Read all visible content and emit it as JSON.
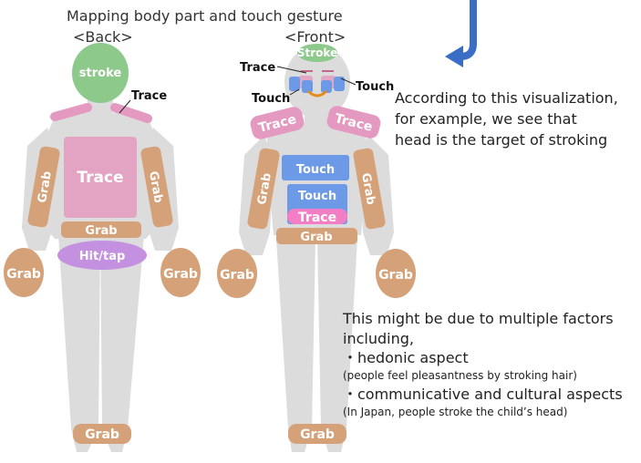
{
  "title": "Mapping body part and touch gesture",
  "back_label": "<Back>",
  "front_label": "<Front>",
  "colors": {
    "body": "#dcdcdc",
    "skin": "#d4a178",
    "stroke_green": "#8cc98a",
    "trace_pink": "#e49ac0",
    "touch_blue": "#6c9ae6",
    "hit_purple": "#c490e0",
    "arrow_blue": "#3a6ec4"
  },
  "back": {
    "head": "stroke",
    "shoulder_callout": "Trace",
    "torso": "Trace",
    "arm_left": "Grab",
    "arm_right": "Grab",
    "waist": "Grab",
    "hip": "Hit/tap",
    "hand_left": "Grab",
    "hand_right": "Grab",
    "feet": "Grab"
  },
  "front": {
    "head": "Stroke",
    "eyes_callout": "Trace",
    "cheek_left_callout": "Touch",
    "cheek_right_callout": "Touch",
    "shoulder_left": "Trace",
    "shoulder_right": "Trace",
    "chest": "Touch",
    "belly": "Touch",
    "lower_belly": "Trace",
    "arm_left": "Grab",
    "arm_right": "Grab",
    "waist": "Grab",
    "hand_left": "Grab",
    "hand_right": "Grab",
    "feet": "Grab"
  },
  "note_top": [
    "According to this visualization,",
    "for example, we see that",
    "head is the target of stroking"
  ],
  "note_bottom": {
    "line1": "This might be due to multiple factors",
    "line2": "including,",
    "point1": "・hedonic aspect",
    "point1_detail": "(people feel pleasantness by stroking hair)",
    "point2": "・communicative and cultural aspects",
    "point2_detail": "(In Japan, people stroke the child’s head)"
  }
}
